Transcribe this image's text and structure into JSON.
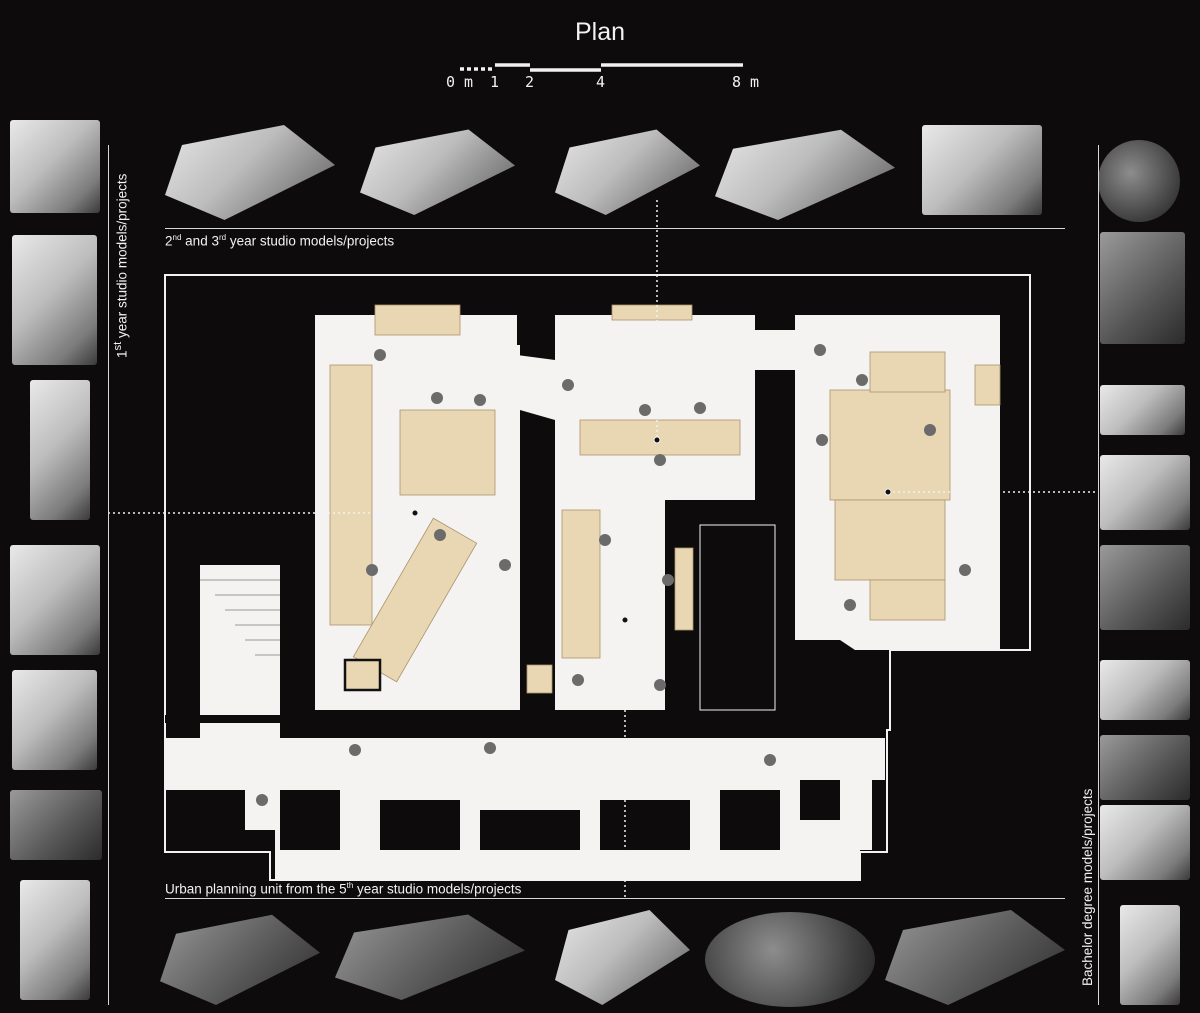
{
  "title": "Plan",
  "scale_bar": {
    "labels": [
      "0 m",
      "1",
      "2",
      "4",
      "8 m"
    ]
  },
  "captions": {
    "top": {
      "pre": "2",
      "sup1": "nd",
      "mid": " and 3",
      "sup2": "rd",
      "post": " year studio models/projects"
    },
    "left": {
      "pre": "1",
      "sup": "st",
      "post": " year studio models/projects"
    },
    "right": "Bachelor degree models/projects",
    "bottom": {
      "pre": "Urban planning unit from the 5",
      "sup": "th",
      "post": " year studio models/projects"
    }
  },
  "colors": {
    "background": "#0e0b0c",
    "floor": "#f4f3f2",
    "furniture": "#e9d7b3",
    "line": "#d8d8d8"
  }
}
